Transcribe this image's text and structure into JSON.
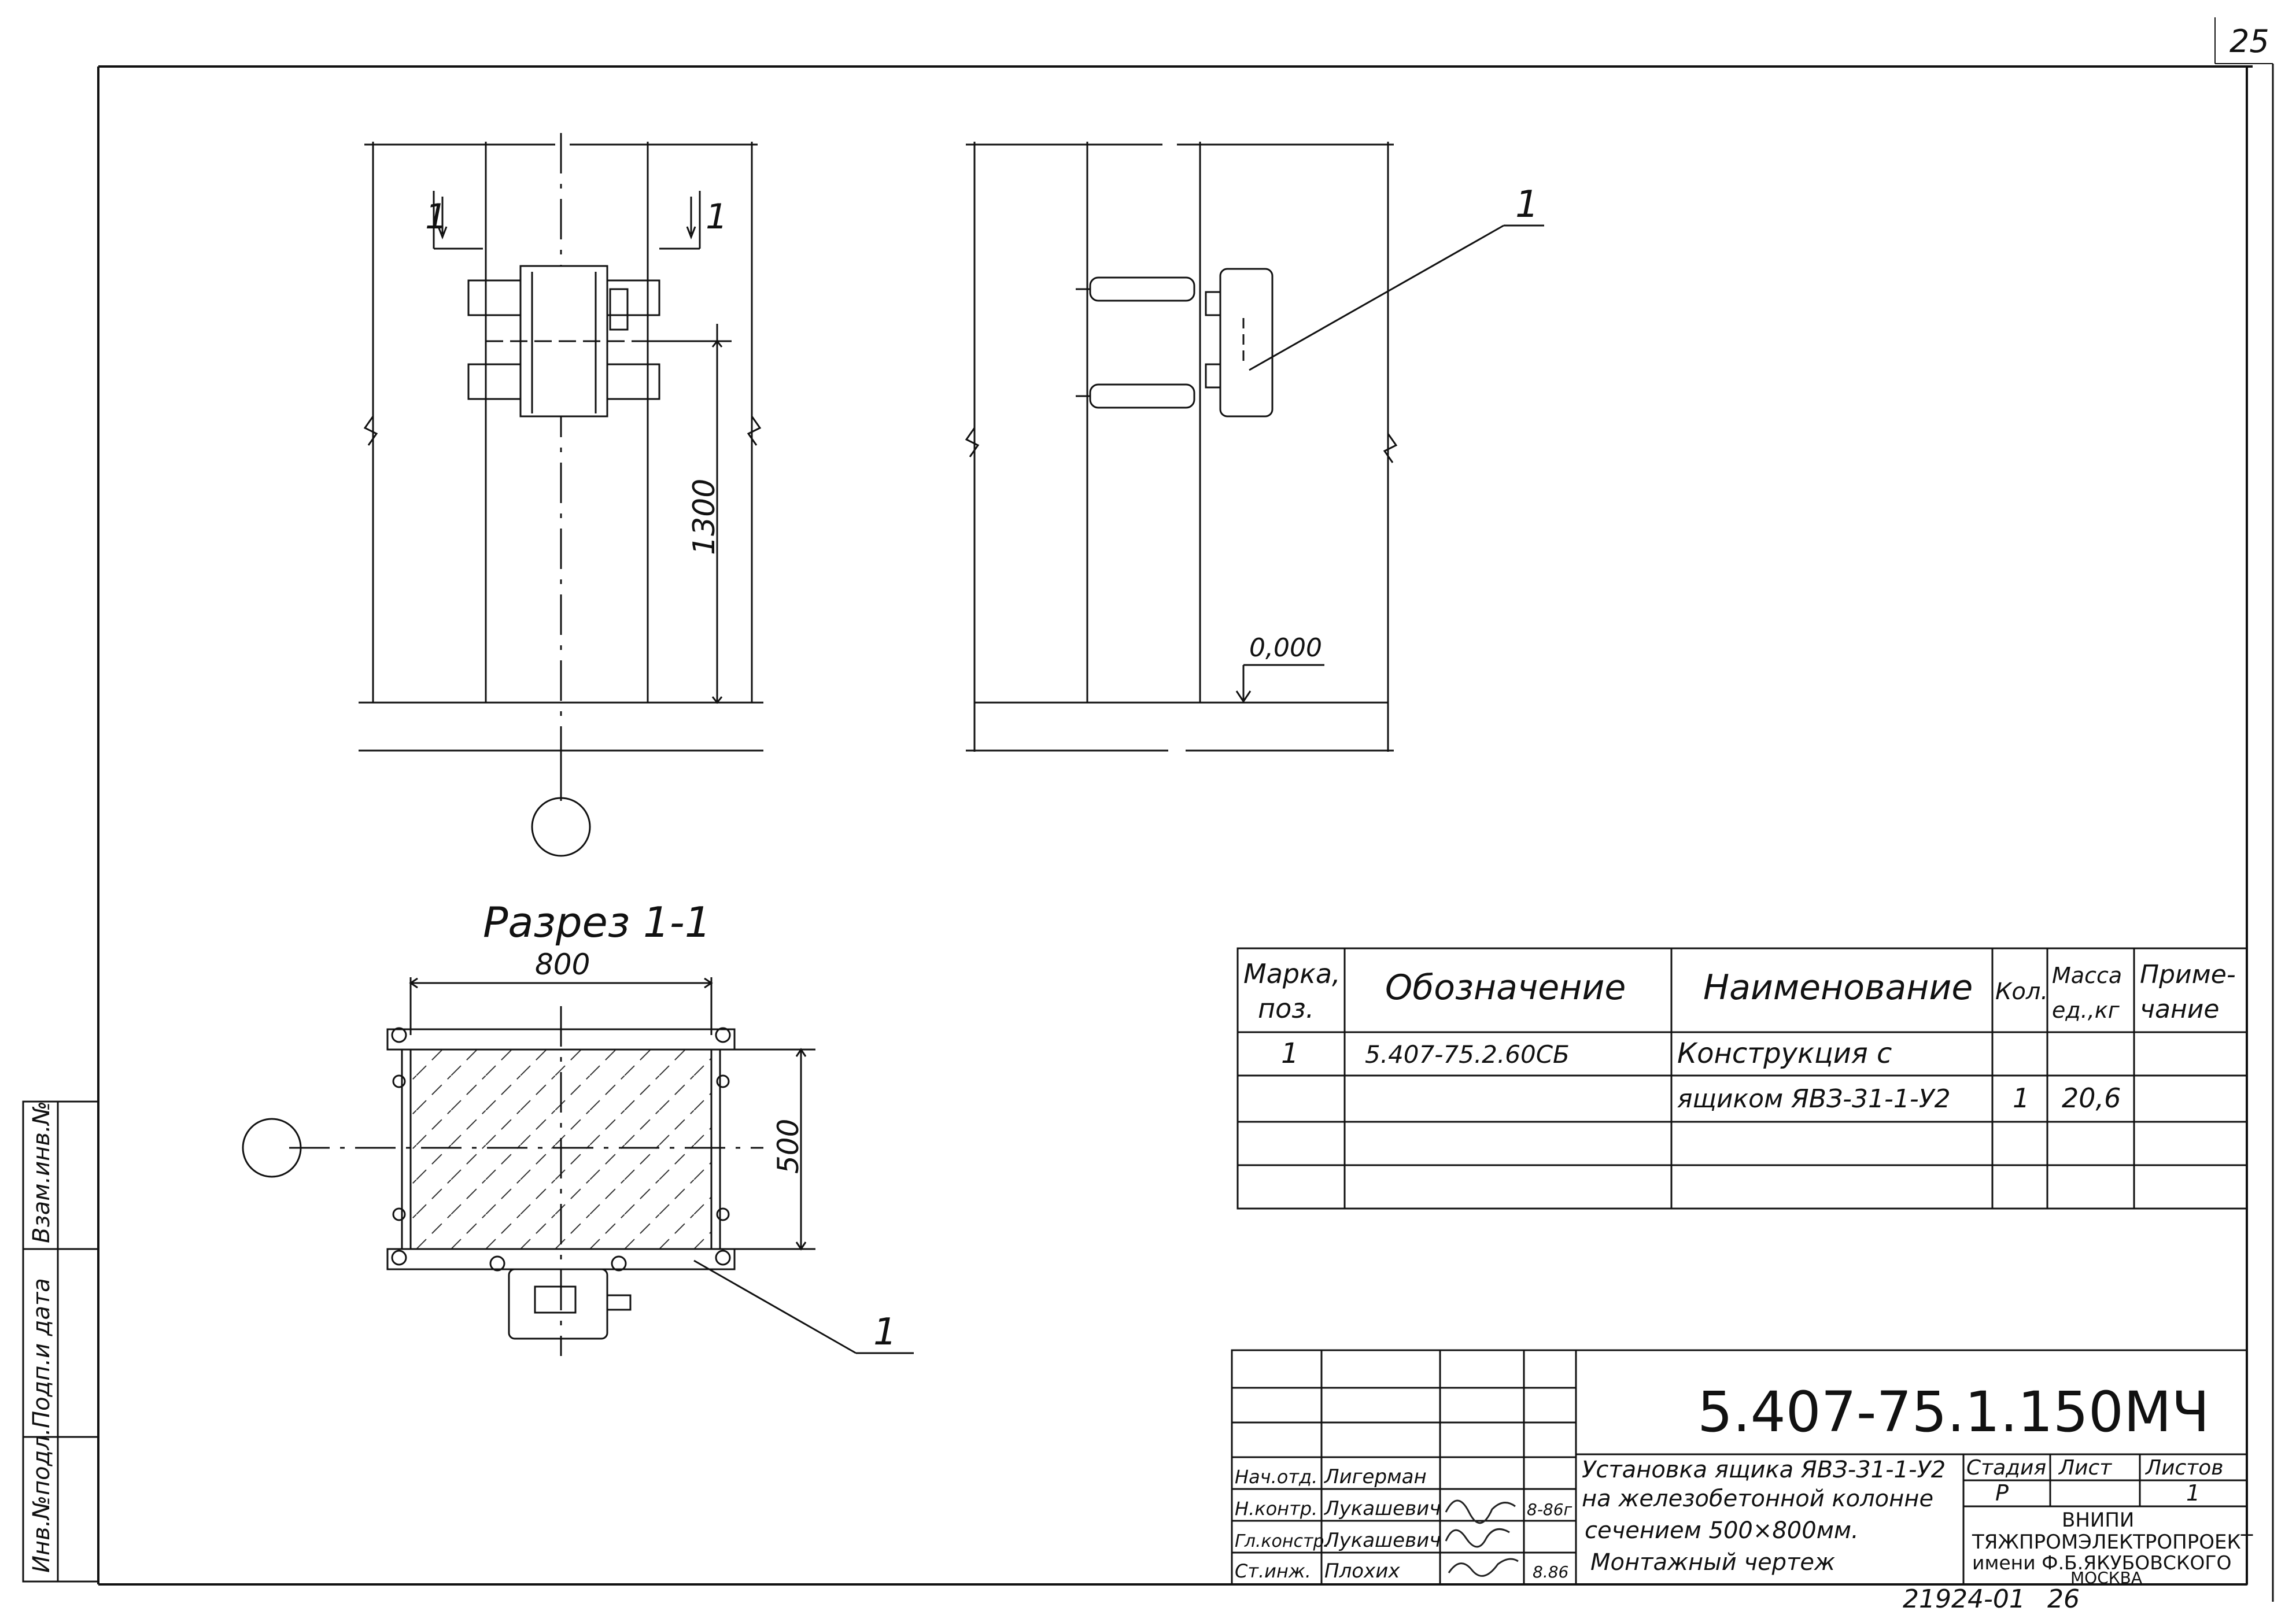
{
  "sheet_corner_number": "25",
  "bottom_code": "21924-01",
  "bottom_page": "26",
  "views": {
    "dim_height": "1300",
    "elevation_mark": "0,000",
    "section_marker": "1",
    "callout_pos": "1",
    "section_title": "Разрез 1-1",
    "dim_width": "800",
    "dim_depth": "500"
  },
  "left_strip": {
    "inv_no_orig": "Инв.№подл.",
    "sign_date": "Подп.и дата",
    "replace_inv": "Взам.инв.№"
  },
  "spec_table": {
    "headers": [
      "Марка поз.",
      "Обозначение",
      "Наименование",
      "Кол.",
      "Масса ед.,кг",
      "Приме-чание"
    ],
    "rows": [
      [
        "1",
        "5.407-75.2.60СБ",
        "Конструкция с",
        "",
        "",
        ""
      ],
      [
        "",
        "",
        "ящиком ЯВЗ-31-1-У2",
        "1",
        "20,6",
        ""
      ],
      [
        "",
        "",
        "",
        "",
        "",
        ""
      ],
      [
        "",
        "",
        "",
        "",
        "",
        ""
      ]
    ]
  },
  "title_block": {
    "doc_number": "5.407-75.1.150МЧ",
    "title_lines": [
      "Установка ящика ЯВЗ-31-1-У2",
      "на железобетонной колонне",
      "сечением 500×800мм.",
      "Монтажный чертеж"
    ],
    "stage_label": "Стадия",
    "sheet_label": "Лист",
    "sheets_label": "Листов",
    "stage_value": "Р",
    "sheet_value": "",
    "sheets_value": "1",
    "org_lines": [
      "ВНИПИ",
      "ТЯЖПРОМЭЛЕКТРОПРОЕКТ",
      "имени Ф.Б.ЯКУБОВСКОГО",
      "МОСКВА"
    ],
    "signers": [
      {
        "role": "Нач.отд.",
        "name": "Лигерман",
        "date": ""
      },
      {
        "role": "Н.контр.",
        "name": "Лукашевич",
        "date": "8-86г"
      },
      {
        "role": "Гл.констр.",
        "name": "Лукашевич",
        "date": ""
      },
      {
        "role": "Ст.инж.",
        "name": "Плохих",
        "date": "8.86"
      }
    ]
  }
}
